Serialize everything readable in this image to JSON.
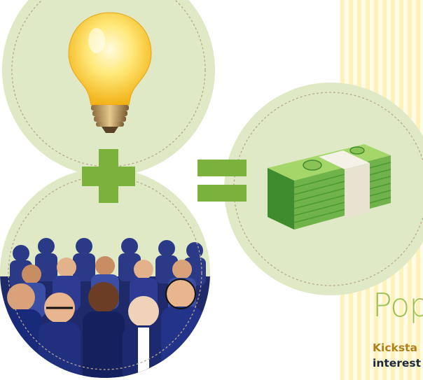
{
  "colors": {
    "circle_fill": "#dfe9c6",
    "circle_dash": "#b8a890",
    "plus_sign": "#7bb23b",
    "equals_sign": "#7bb23b",
    "heading": "#9ec25a",
    "lead_accent": "#b07f1c",
    "lead_text": "#1a2a3a",
    "stripe": "#fdf2b9"
  },
  "icons": {
    "idea": "lightbulb-icon",
    "crowd": "crowd-icon",
    "money": "money-stack-icon",
    "plus": "plus-icon",
    "equals": "equals-icon"
  },
  "article": {
    "heading": "Pop",
    "lead_line1": "Kicksta",
    "lead_line2": "interest"
  }
}
